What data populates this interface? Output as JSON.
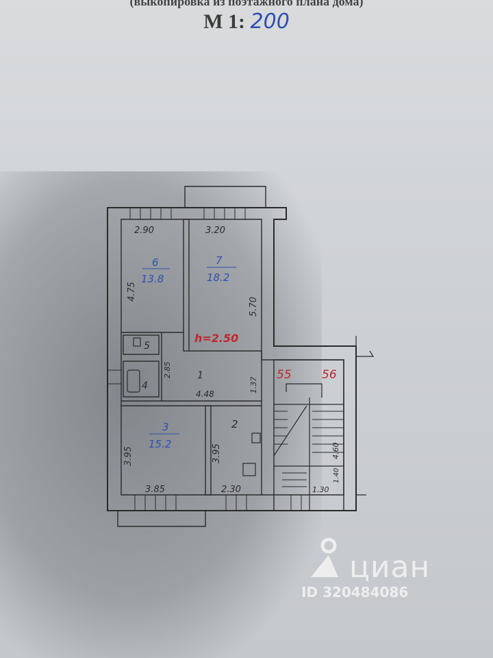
{
  "header": {
    "caption": "(выкопировка из поэтажного плана дома)",
    "scale_prefix": "М 1:",
    "scale_value": "200"
  },
  "plan": {
    "rooms": [
      {
        "num": "6",
        "area": "13.8"
      },
      {
        "num": "7",
        "area": "18.2"
      },
      {
        "num": "5",
        "area": ""
      },
      {
        "num": "4",
        "area": ""
      },
      {
        "num": "1",
        "area": ""
      },
      {
        "num": "3",
        "area": "15.2"
      },
      {
        "num": "2",
        "area": ""
      }
    ],
    "dimensions": {
      "d290": "2.90",
      "d320": "3.20",
      "d475": "4.75",
      "d570": "5.70",
      "d285": "2.85",
      "d137": "1.37",
      "d448": "4.48",
      "d395a": "3.95",
      "d395b": "3.95",
      "d385": "3.85",
      "d230": "2.30",
      "d460": "4.60",
      "d130": "1.30",
      "d140": "1.40"
    },
    "height_label": "h=2.50",
    "apartment_55": "55",
    "apartment_56": "56"
  },
  "watermark": {
    "brand": "циан",
    "id": "ID 320484086"
  },
  "colors": {
    "ink": "#2a2a2a",
    "handwriting_blue": "#2f4fb0",
    "handwriting_red": "#c0262e",
    "watermark": "#f2f2f2"
  }
}
